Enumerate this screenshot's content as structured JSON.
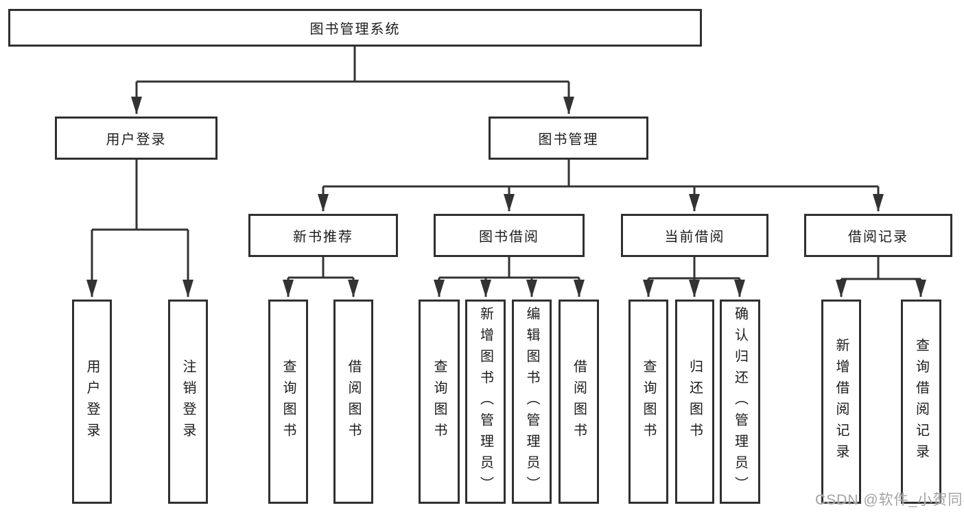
{
  "title": "图书管理系统",
  "colors": {
    "line": "#333333",
    "box_border": "#2f2f2f",
    "text": "#1c1c1c",
    "background": "#ffffff",
    "watermark": "#a3a3a3"
  },
  "watermark": {
    "text": "CSDN @软件_小贺同学"
  },
  "nodes": {
    "root": {
      "label": "图书管理系统",
      "parent": null
    },
    "user_login": {
      "label": "用户登录",
      "parent": "root"
    },
    "book_management": {
      "label": "图书管理",
      "parent": "root"
    },
    "leaf_user_login": {
      "label": "用户登录",
      "parent": "user_login"
    },
    "leaf_logout": {
      "label": "注销登录",
      "parent": "user_login"
    },
    "new_book_recommend": {
      "label": "新书推荐",
      "parent": "book_management"
    },
    "book_borrow": {
      "label": "图书借阅",
      "parent": "book_management"
    },
    "current_borrow": {
      "label": "当前借阅",
      "parent": "book_management"
    },
    "borrow_records": {
      "label": "借阅记录",
      "parent": "book_management"
    },
    "nbr_query_books": {
      "label": "查询图书",
      "parent": "new_book_recommend"
    },
    "nbr_borrow_books": {
      "label": "借阅图书",
      "parent": "new_book_recommend"
    },
    "bb_query_books": {
      "label": "查询图书",
      "parent": "book_borrow"
    },
    "bb_add_books": {
      "label": "新增图书（管理员）",
      "parent": "book_borrow"
    },
    "bb_edit_books": {
      "label": "编辑图书（管理员）",
      "parent": "book_borrow"
    },
    "bb_borrow_books": {
      "label": "借阅图书",
      "parent": "book_borrow"
    },
    "cb_query_books": {
      "label": "查询图书",
      "parent": "current_borrow"
    },
    "cb_return_books": {
      "label": "归还图书",
      "parent": "current_borrow"
    },
    "cb_confirm_return": {
      "label": "确认归还（管理员）",
      "parent": "current_borrow"
    },
    "br_add_record": {
      "label": "新增借阅记录",
      "parent": "borrow_records"
    },
    "br_query_record": {
      "label": "查询借阅记录",
      "parent": "borrow_records"
    }
  }
}
